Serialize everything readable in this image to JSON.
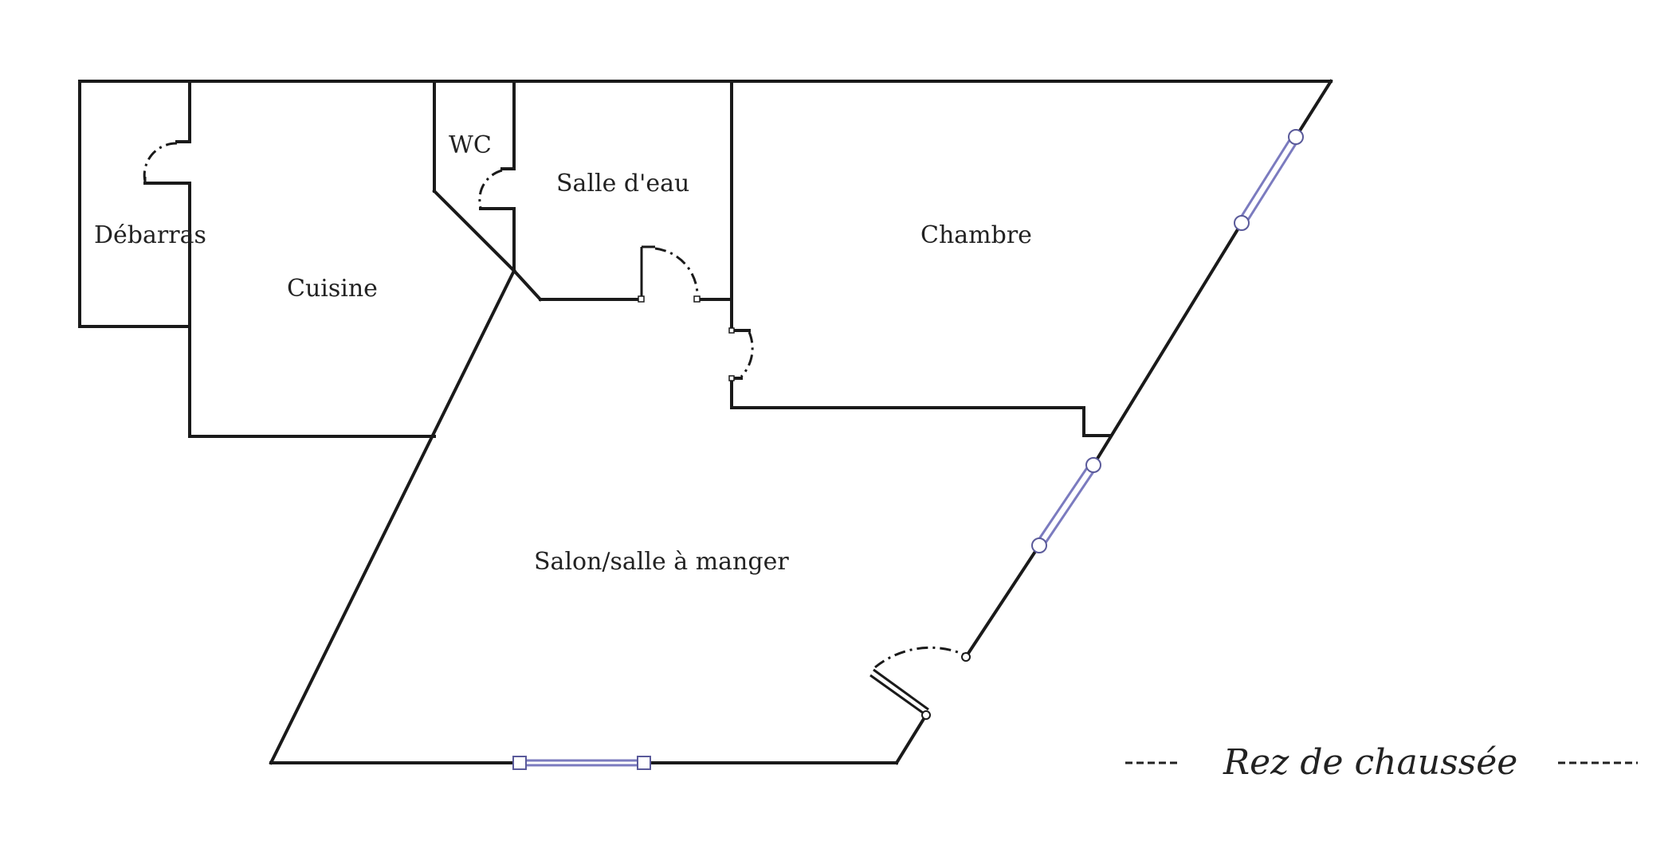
{
  "floor_plan": {
    "caption": "Rez de chaussée",
    "rooms": [
      {
        "id": "debarras",
        "label": "Débarras"
      },
      {
        "id": "cuisine",
        "label": "Cuisine"
      },
      {
        "id": "wc",
        "label": "WC"
      },
      {
        "id": "salle-eau",
        "label": "Salle d'eau"
      },
      {
        "id": "chambre",
        "label": "Chambre"
      },
      {
        "id": "salon",
        "label": "Salon/salle à manger"
      }
    ],
    "colors": {
      "wall": "#1a1a1a",
      "window": "#7b7bbf",
      "background": "#ffffff"
    }
  }
}
